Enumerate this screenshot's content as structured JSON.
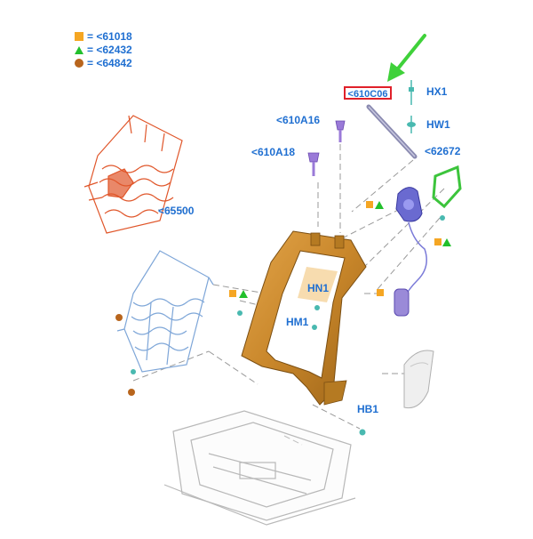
{
  "legend": [
    {
      "symbol": "square",
      "color": "#f5a623",
      "text": "= <61018"
    },
    {
      "symbol": "triangle",
      "color": "#22c02c",
      "text": "= <62432"
    },
    {
      "symbol": "circle",
      "color": "#b8651d",
      "text": "= <64842"
    }
  ],
  "callouts": {
    "highlighted": "<610C06",
    "hx1": "HX1",
    "hw1": "HW1",
    "c610a16": "<610A16",
    "c610a18": "<610A18",
    "c62672": "<62672",
    "c65500": "<65500",
    "hn1": "HN1",
    "hm1": "HM1",
    "hb1": "HB1"
  },
  "colors": {
    "label": "#1f6fd1",
    "frame": "#c8862a",
    "heater_mat": "#e0562a",
    "suspension": "#7ea6d8",
    "arrow": "#3fd13a",
    "highlight_border": "#e0202a",
    "rod": "#8a8ab0",
    "motor": "#6a6ad0",
    "bracket": "#3cc43c"
  },
  "icons": [
    "green-arrow-icon",
    "square-marker-icon",
    "triangle-marker-icon",
    "circle-marker-icon"
  ]
}
